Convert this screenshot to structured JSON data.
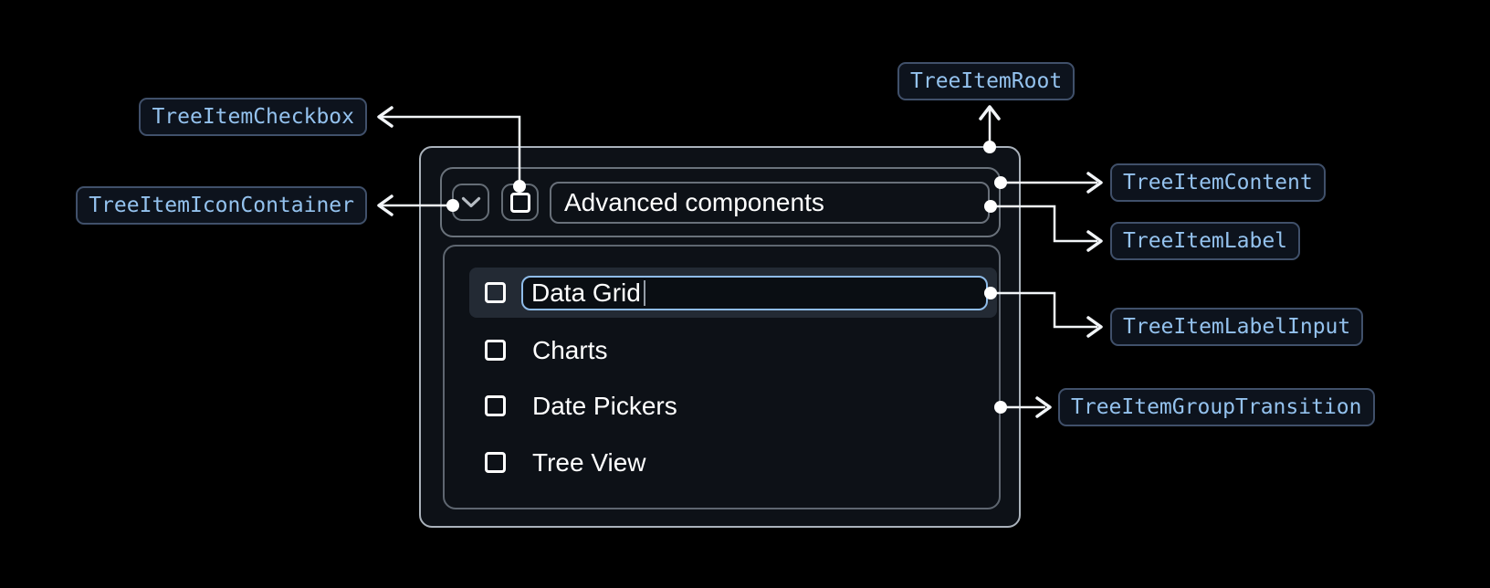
{
  "colors": {
    "panel_bg": "#0d1117",
    "panel_border": "#aab2bb",
    "row_bg": "#232a34",
    "accent_blue": "#8fbce9",
    "badge_bg": "#0d131d",
    "badge_border": "#40506a",
    "badge_text": "#94c2ee",
    "connector": "#f2f5f8",
    "text": "#ffffff"
  },
  "tree": {
    "parent": {
      "label": "Advanced components"
    },
    "editing_item": {
      "value": "Data Grid"
    },
    "items": [
      {
        "label": "Charts"
      },
      {
        "label": "Date Pickers"
      },
      {
        "label": "Tree View"
      }
    ]
  },
  "annotations": {
    "root": {
      "label": "TreeItemRoot"
    },
    "checkbox": {
      "label": "TreeItemCheckbox"
    },
    "icon_container": {
      "label": "TreeItemIconContainer"
    },
    "content": {
      "label": "TreeItemContent"
    },
    "label": {
      "label": "TreeItemLabel"
    },
    "label_input": {
      "label": "TreeItemLabelInput"
    },
    "group_transition": {
      "label": "TreeItemGroupTransition"
    }
  },
  "icons": {
    "expand": "chevron-down-icon",
    "checkbox": "checkbox-icon"
  }
}
